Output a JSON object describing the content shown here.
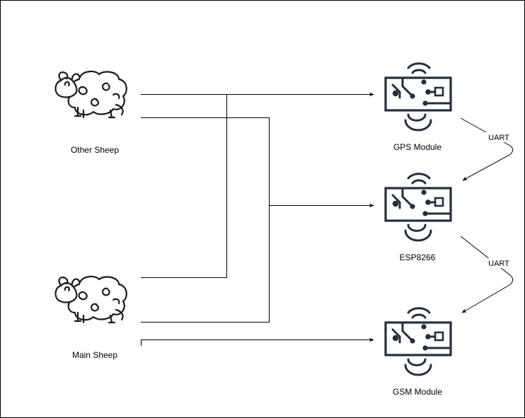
{
  "diagram": {
    "nodes": {
      "other_sheep": {
        "label": "Other Sheep",
        "icon": "sheep-icon"
      },
      "main_sheep": {
        "label": "Main Sheep",
        "icon": "sheep-icon"
      },
      "gps": {
        "label": "GPS Module",
        "icon": "circuit-board-icon"
      },
      "esp": {
        "label": "ESP8266",
        "icon": "circuit-board-icon"
      },
      "gsm": {
        "label": "GSM Module",
        "icon": "circuit-board-icon"
      }
    },
    "edges": {
      "gps_to_esp": {
        "label": "UART"
      },
      "esp_to_gsm": {
        "label": "UART"
      }
    },
    "colors": {
      "chip": "#232f3e",
      "line": "#000000",
      "background": "#ffffff"
    }
  }
}
